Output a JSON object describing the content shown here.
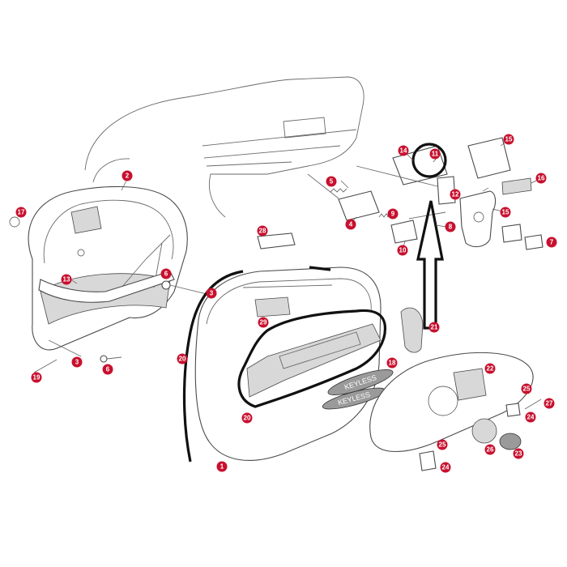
{
  "diagram": {
    "callouts": [
      {
        "label": "1"
      },
      {
        "label": "2"
      },
      {
        "label": "3"
      },
      {
        "label": "3"
      },
      {
        "label": "4"
      },
      {
        "label": "5"
      },
      {
        "label": "6"
      },
      {
        "label": "6"
      },
      {
        "label": "7"
      },
      {
        "label": "8"
      },
      {
        "label": "9"
      },
      {
        "label": "10"
      },
      {
        "label": "11"
      },
      {
        "label": "12"
      },
      {
        "label": "13"
      },
      {
        "label": "14"
      },
      {
        "label": "15"
      },
      {
        "label": "15"
      },
      {
        "label": "16"
      },
      {
        "label": "17"
      },
      {
        "label": "18"
      },
      {
        "label": "19"
      },
      {
        "label": "20"
      },
      {
        "label": "20"
      },
      {
        "label": "21"
      },
      {
        "label": "22"
      },
      {
        "label": "23"
      },
      {
        "label": "24"
      },
      {
        "label": "24"
      },
      {
        "label": "25"
      },
      {
        "label": "25"
      },
      {
        "label": "26"
      },
      {
        "label": "27"
      },
      {
        "label": "28"
      },
      {
        "label": "29"
      }
    ],
    "emblem_text": [
      "KEYLESS",
      "KEYLESS"
    ],
    "highlight_colors": {
      "callout": "#c8102e",
      "outline": "#111111"
    }
  }
}
